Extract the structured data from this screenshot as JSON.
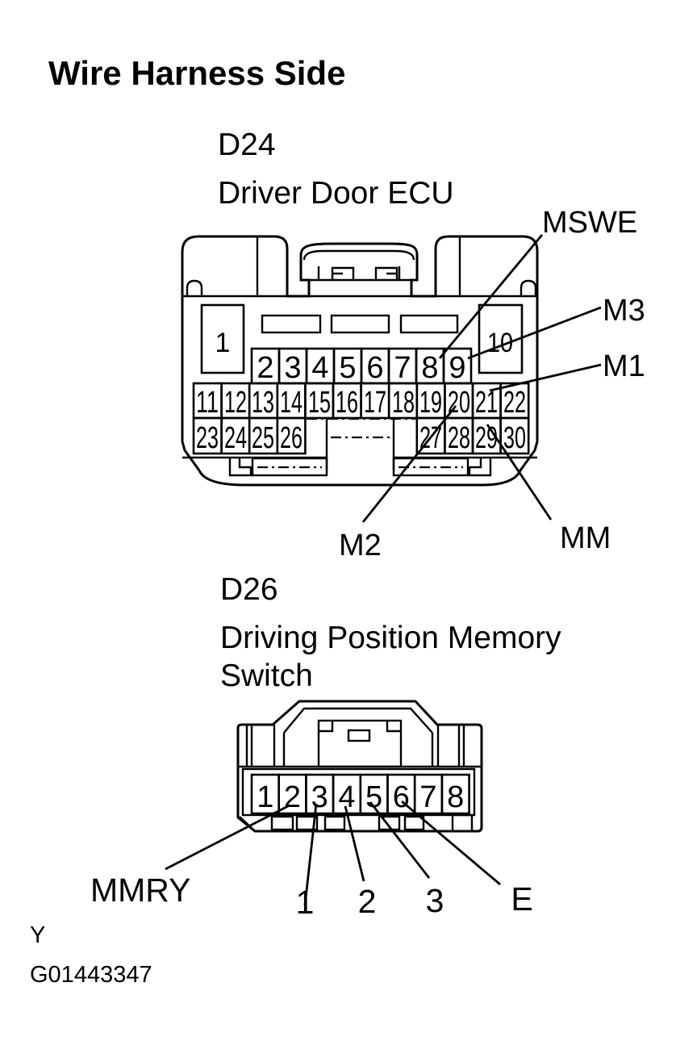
{
  "page": {
    "title": "Wire Harness Side",
    "suffix_letter": "Y",
    "figure_code": "G01443347"
  },
  "d24": {
    "code": "D24",
    "name": "Driver Door ECU",
    "large_pins": [
      "1",
      "10"
    ],
    "row_top": [
      "2",
      "3",
      "4",
      "5",
      "6",
      "7",
      "8",
      "9"
    ],
    "row_mid": [
      "11",
      "12",
      "13",
      "14",
      "15",
      "16",
      "17",
      "18",
      "19",
      "20",
      "21",
      "22"
    ],
    "row_bottom_left": [
      "23",
      "24",
      "25",
      "26"
    ],
    "row_bottom_right": [
      "27",
      "28",
      "29",
      "30"
    ],
    "terminal_labels": {
      "mswe": "MSWE",
      "m3": "M3",
      "m1": "M1",
      "m2": "M2",
      "mm": "MM"
    }
  },
  "d26": {
    "code": "D26",
    "name_line1": "Driving Position Memory",
    "name_line2": "Switch",
    "pins": [
      "1",
      "2",
      "3",
      "4",
      "5",
      "6",
      "7",
      "8"
    ],
    "terminal_labels": {
      "mmry": "MMRY",
      "p1": "1",
      "p2": "2",
      "p3": "3",
      "e": "E"
    }
  }
}
